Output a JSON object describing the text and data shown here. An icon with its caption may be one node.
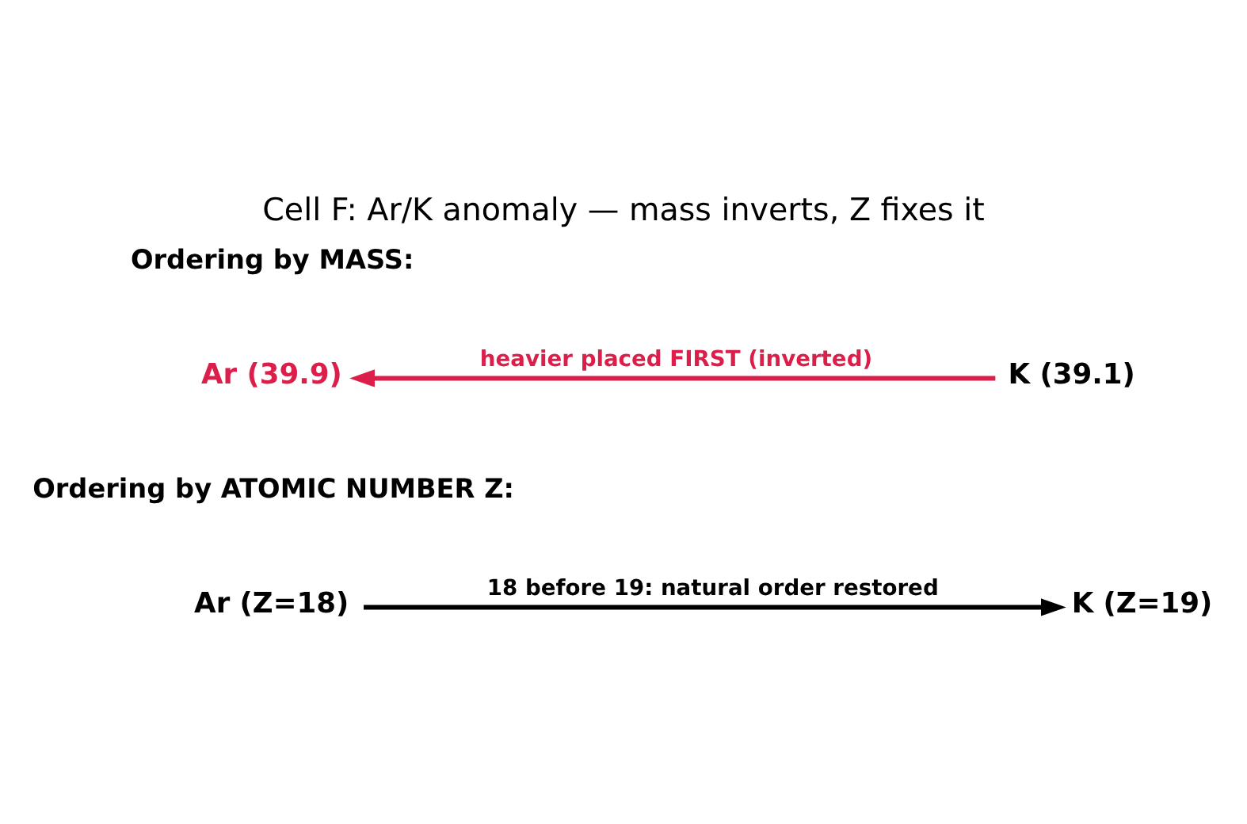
{
  "diagram": {
    "title": "Cell F: Ar/K anomaly — mass inverts, Z fixes it",
    "nodes": [
      {
        "text": [
          "Ar (39.9)"
        ]
      },
      {
        "text": [
          "K (39.1)"
        ]
      },
      {
        "text": [
          "Ar (Z=18)"
        ]
      },
      {
        "text": [
          "K (Z=19)"
        ]
      }
    ],
    "edges": [
      {
        "from": 1,
        "to": 0,
        "arrow": "to",
        "label": "heavier placed FIRST (inverted)",
        "color": "#dc1e4a"
      },
      {
        "from": 2,
        "to": 3,
        "arrow": "to",
        "label": "18 before 19: natural order restored",
        "color": "#000000"
      }
    ],
    "labels": [
      "Ordering by MASS:",
      "Ordering by ATOMIC NUMBER Z:"
    ]
  }
}
